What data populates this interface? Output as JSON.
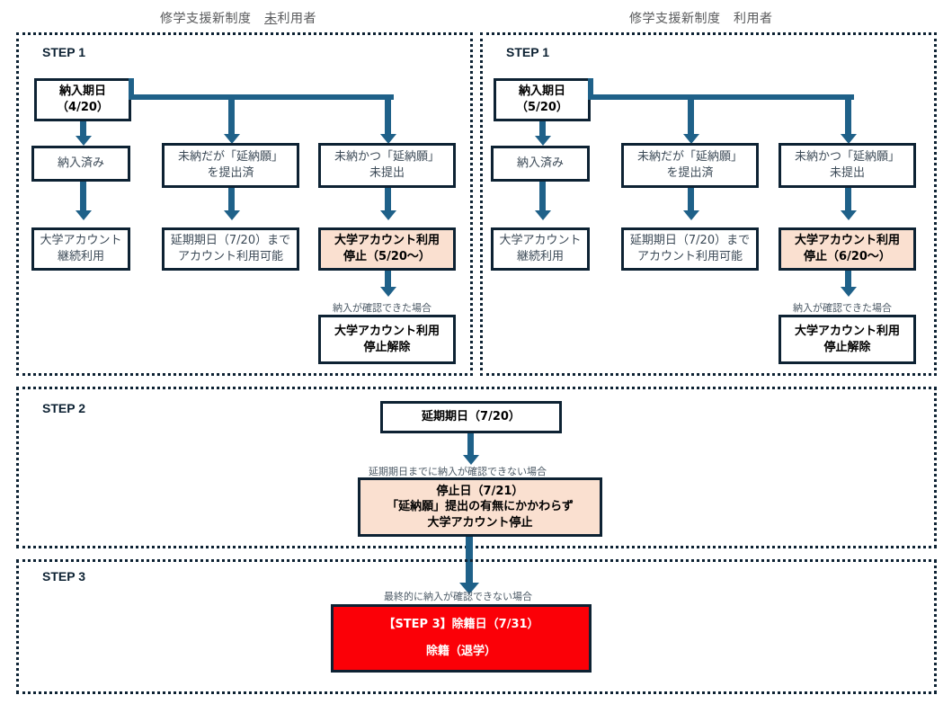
{
  "columns": {
    "left": {
      "prefix": "修学支援新制度　",
      "underlined": "未",
      "suffix": "利用者"
    },
    "right": {
      "title": "修学支援新制度　利用者"
    }
  },
  "steps": {
    "step1_label": "STEP 1",
    "step2_label": "STEP 2",
    "step3_label": "STEP 3"
  },
  "colors": {
    "border": "#0d2233",
    "arrow": "#1f6189",
    "peach": "#fae0d0",
    "red": "#fb0007",
    "title_text": "#58595b"
  },
  "step1": {
    "left": {
      "start": {
        "line1": "納入期日",
        "line2": "（4/20）"
      },
      "branch_paid": "納入済み",
      "branch_deferred": {
        "line1": "未納だが「延納願」",
        "line2": "を提出済"
      },
      "branch_unpaid": {
        "line1": "未納かつ「延納願」",
        "line2": "未提出"
      },
      "result_paid": {
        "line1": "大学アカウント",
        "line2": "継続利用"
      },
      "result_deferred": {
        "line1": "延期期日（7/20）まで",
        "line2": "アカウント利用可能"
      },
      "result_unpaid": {
        "line1": "大学アカウント利用",
        "line2": "停止（5/20〜）"
      },
      "recovery_caption": "納入が確認できた場合",
      "recovery_box": {
        "line1": "大学アカウント利用",
        "line2": "停止解除"
      }
    },
    "right": {
      "start": {
        "line1": "納入期日",
        "line2": "（5/20）"
      },
      "branch_paid": "納入済み",
      "branch_deferred": {
        "line1": "未納だが「延納願」",
        "line2": "を提出済"
      },
      "branch_unpaid": {
        "line1": "未納かつ「延納願」",
        "line2": "未提出"
      },
      "result_paid": {
        "line1": "大学アカウント",
        "line2": "継続利用"
      },
      "result_deferred": {
        "line1": "延期期日（7/20）まで",
        "line2": "アカウント利用可能"
      },
      "result_unpaid": {
        "line1": "大学アカウント利用",
        "line2": "停止（6/20〜）"
      },
      "recovery_caption": "納入が確認できた場合",
      "recovery_box": {
        "line1": "大学アカウント利用",
        "line2": "停止解除"
      }
    }
  },
  "step2": {
    "deadline_box": "延期期日（7/20）",
    "caption": "延期期日までに納入が確認できない場合",
    "suspend_box": {
      "line1": "停止日（7/21）",
      "line2": "「延納願」提出の有無にかかわらず",
      "line3": "大学アカウント停止"
    }
  },
  "step3": {
    "caption": "最終的に納入が確認できない場合",
    "expel_box": {
      "line1": "【STEP 3】除籍日（7/31）",
      "line2": "除籍（退学）"
    }
  }
}
